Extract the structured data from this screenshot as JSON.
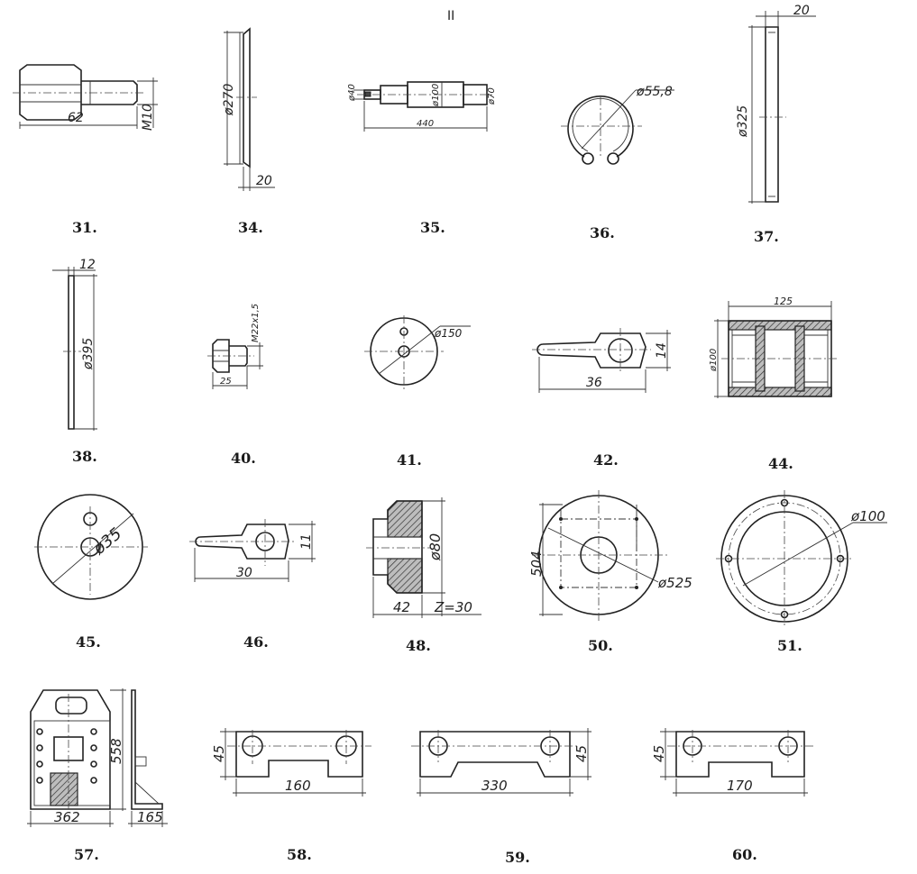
{
  "page": {
    "header": "II"
  },
  "parts": [
    {
      "id": "p31",
      "number": "31.",
      "dims": [
        "62",
        "M10"
      ]
    },
    {
      "id": "p34",
      "number": "34.",
      "dims": [
        "ø270",
        "20"
      ]
    },
    {
      "id": "p35",
      "number": "35.",
      "dims": [
        "ø40",
        "ø100",
        "ø70",
        "440"
      ]
    },
    {
      "id": "p36",
      "number": "36.",
      "dims": [
        "ø55,8"
      ]
    },
    {
      "id": "p37",
      "number": "37.",
      "dims": [
        "20",
        "ø325"
      ]
    },
    {
      "id": "p38",
      "number": "38.",
      "dims": [
        "12",
        "ø395"
      ]
    },
    {
      "id": "p40",
      "number": "40.",
      "dims": [
        "M22x1,5",
        "25"
      ]
    },
    {
      "id": "p41",
      "number": "41.",
      "dims": [
        "ø150"
      ]
    },
    {
      "id": "p42",
      "number": "42.",
      "dims": [
        "14",
        "36"
      ]
    },
    {
      "id": "p44",
      "number": "44.",
      "dims": [
        "125",
        "ø100"
      ]
    },
    {
      "id": "p45",
      "number": "45.",
      "dims": [
        "ø35"
      ]
    },
    {
      "id": "p46",
      "number": "46.",
      "dims": [
        "11",
        "30"
      ]
    },
    {
      "id": "p48",
      "number": "48.",
      "dims": [
        "ø80",
        "42",
        "Z=30"
      ]
    },
    {
      "id": "p50",
      "number": "50.",
      "dims": [
        "504",
        "ø525"
      ]
    },
    {
      "id": "p51",
      "number": "51.",
      "dims": [
        "ø100"
      ]
    },
    {
      "id": "p57",
      "number": "57.",
      "dims": [
        "558",
        "362",
        "165"
      ]
    },
    {
      "id": "p58",
      "number": "58.",
      "dims": [
        "45",
        "160"
      ]
    },
    {
      "id": "p59",
      "number": "59.",
      "dims": [
        "45",
        "330"
      ]
    },
    {
      "id": "p60",
      "number": "60.",
      "dims": [
        "45",
        "170"
      ]
    }
  ]
}
